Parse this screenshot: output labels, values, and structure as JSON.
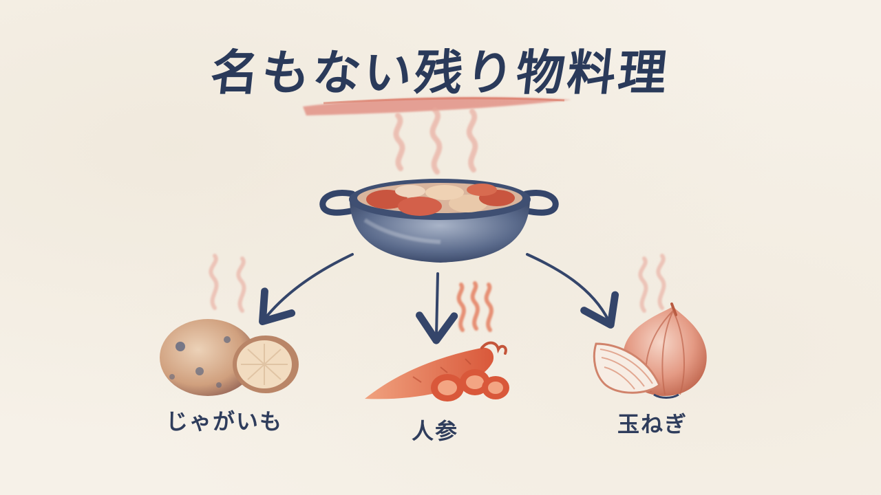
{
  "title": "名もない残り物料理",
  "ingredients": [
    {
      "id": "potato",
      "label": "じゃがいも"
    },
    {
      "id": "carrot",
      "label": "人参"
    },
    {
      "id": "onion",
      "label": "玉ねぎ"
    }
  ],
  "colors": {
    "ink": "#2a3a5a",
    "brush_accent": "#e0867a",
    "carrot": "#e2704f",
    "onion": "#e49a84",
    "potato": "#d9b08f",
    "paper": "#f6f1e8"
  }
}
